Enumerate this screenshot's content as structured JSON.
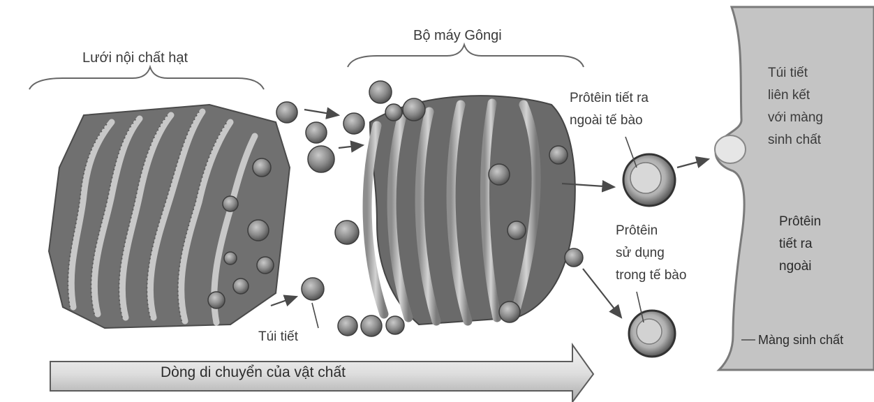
{
  "labels": {
    "rough_er": "Lưới nội chất hạt",
    "golgi": "Bộ máy Gôngi",
    "secreted_protein_1": "Prôtêin tiết ra",
    "secreted_protein_2": "ngoài tế bào",
    "used_protein_1": "Prôtêin",
    "used_protein_2": "sử dụng",
    "used_protein_3": "trong tế bào",
    "vesicle": "Túi tiết",
    "fusion_1": "Túi tiết",
    "fusion_2": "liên kết",
    "fusion_3": "với màng",
    "fusion_4": "sinh chất",
    "outside_1": "Prôtêin",
    "outside_2": "tiết ra",
    "outside_3": "ngoài",
    "membrane": "Màng sinh chất",
    "flow": "Dòng di chuyển của vật chất"
  },
  "colors": {
    "organelle": "#6f6f6f",
    "organelle_light": "#b5b5b5",
    "membrane_region": "#bdbdbd",
    "arrow": "#4a4a4a",
    "background": "#ffffff"
  }
}
